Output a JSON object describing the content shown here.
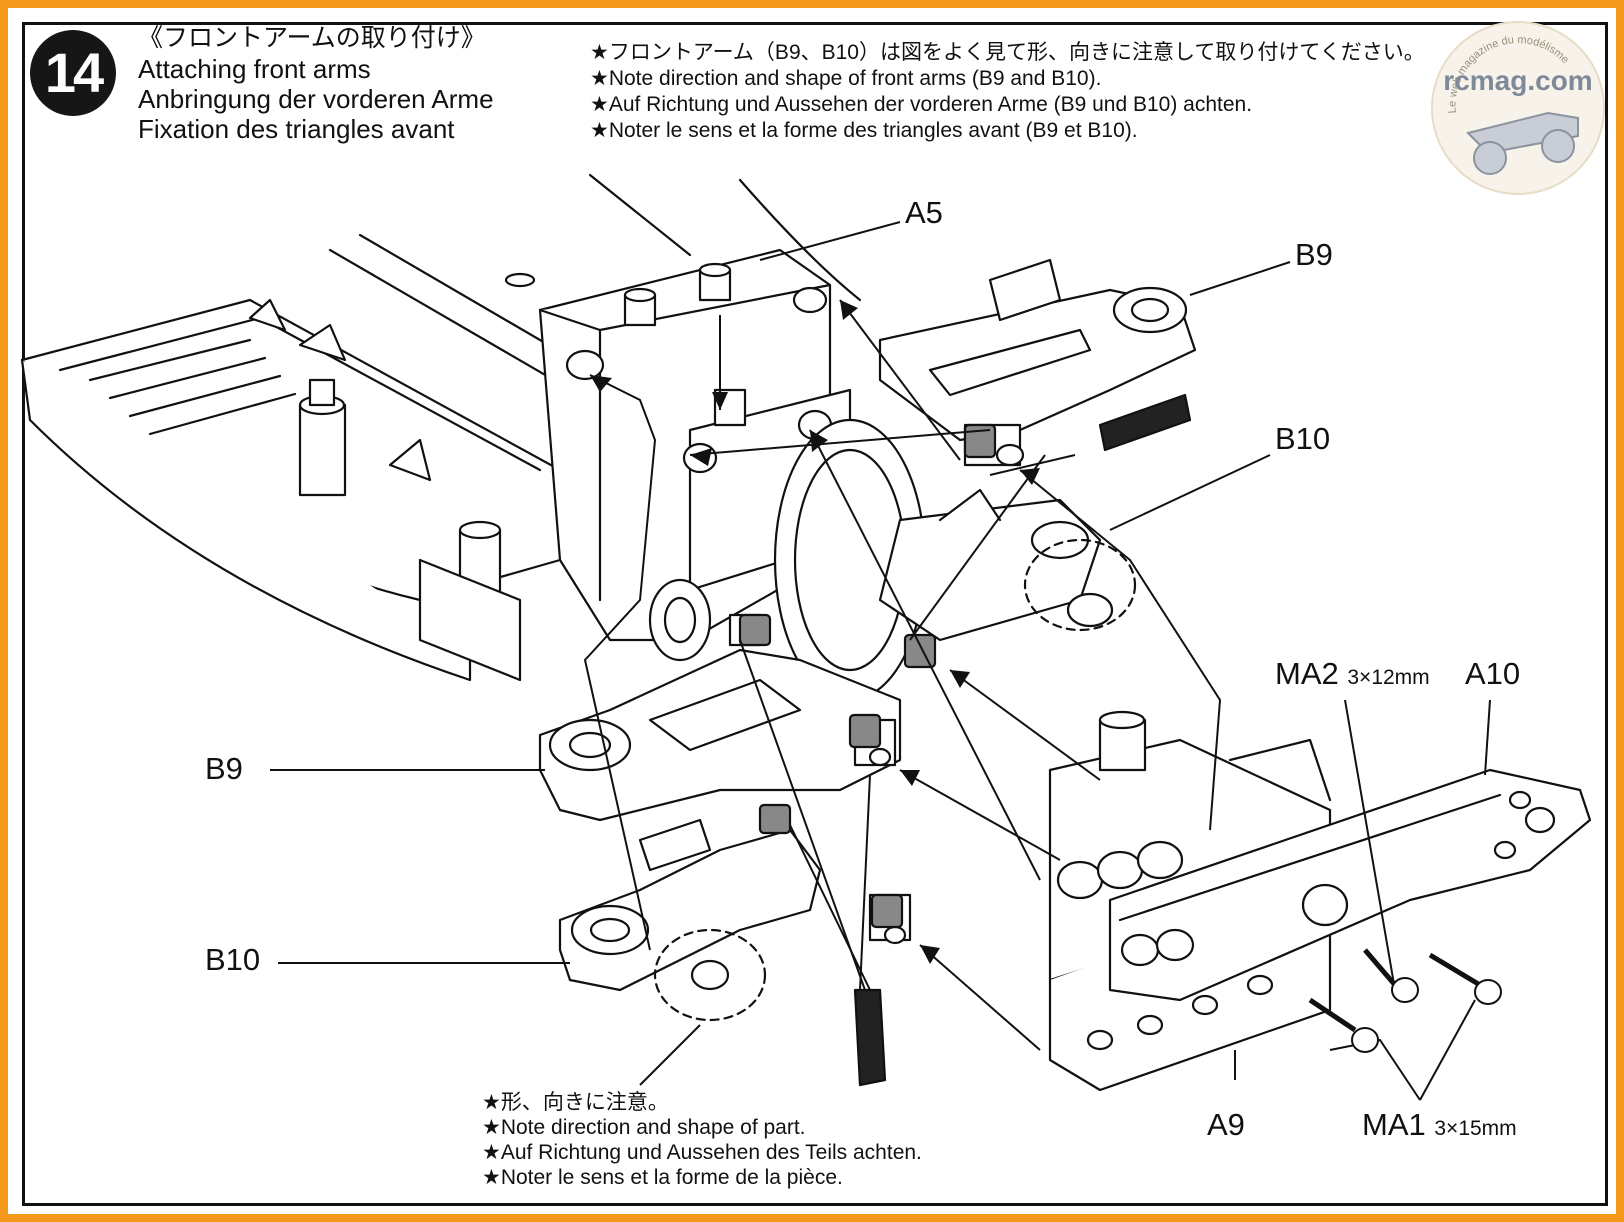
{
  "step": {
    "number": "14"
  },
  "heading": {
    "jp": "《フロントアームの取り付け》",
    "en": "Attaching front arms",
    "de": "Anbringung der vorderen Arme",
    "fr": "Fixation des triangles avant"
  },
  "top_notes": {
    "jp": "★フロントアーム（B9、B10）は図をよく見て形、向きに注意して取り付けてください。",
    "en": "★Note direction and shape of front arms (B9 and B10).",
    "de": "★Auf Richtung und Aussehen der vorderen Arme (B9 und B10) achten.",
    "fr": "★Noter le sens et la forme des triangles avant (B9 et B10)."
  },
  "bottom_notes": {
    "jp": "★形、向きに注意。",
    "en": "★Note direction and shape of part.",
    "de": "★Auf Richtung und Aussehen des Teils achten.",
    "fr": "★Noter le sens et la forme de la pièce."
  },
  "parts": {
    "a5": "A5",
    "b9_top": "B9",
    "b10_top": "B10",
    "b9_left": "B9",
    "b10_left": "B10",
    "ma2": "MA2",
    "ma2_size": "3×12mm",
    "a10": "A10",
    "a9": "A9",
    "ma1": "MA1",
    "ma1_size": "3×15mm"
  },
  "watermark": {
    "site": "rcmag.com",
    "tagline": "Le web magazine du modélisme"
  },
  "colors": {
    "frame": "#f39a1c",
    "ink": "#111111",
    "badge": "#161616"
  }
}
